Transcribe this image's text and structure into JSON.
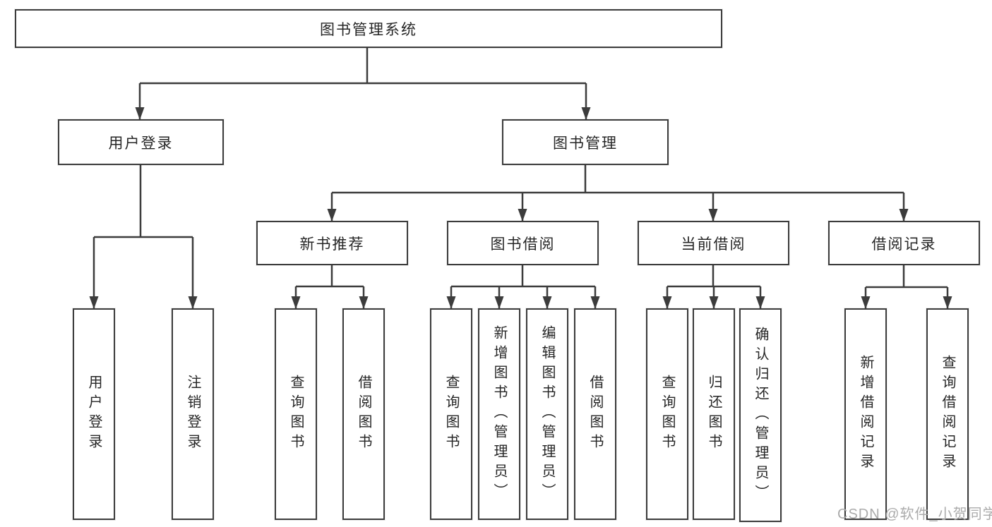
{
  "tree": {
    "root": {
      "label": "图书管理系统"
    },
    "level2": [
      {
        "label": "用户登录",
        "leaves": [
          {
            "label": "用户登录"
          },
          {
            "label": "注销登录"
          }
        ]
      },
      {
        "label": "图书管理",
        "children": [
          {
            "label": "新书推荐",
            "leaves": [
              {
                "label": "查询图书"
              },
              {
                "label": "借阅图书"
              }
            ]
          },
          {
            "label": "图书借阅",
            "leaves": [
              {
                "label": "查询图书"
              },
              {
                "label": "新增图书（管理员）"
              },
              {
                "label": "编辑图书（管理员）"
              },
              {
                "label": "借阅图书"
              }
            ]
          },
          {
            "label": "当前借阅",
            "leaves": [
              {
                "label": "查询图书"
              },
              {
                "label": "归还图书"
              },
              {
                "label": "确认归还（管理员）"
              }
            ]
          },
          {
            "label": "借阅记录",
            "leaves": [
              {
                "label": "新增借阅记录"
              },
              {
                "label": "查询借阅记录"
              }
            ]
          }
        ]
      }
    ],
    "watermark": "CSDN @软件_小贺同学",
    "colors": {
      "line": "#3c3c3c",
      "box_border": "#3c3c3c",
      "box_fill": "#ffffff",
      "text": "#262626",
      "watermark": "#ababab"
    }
  }
}
